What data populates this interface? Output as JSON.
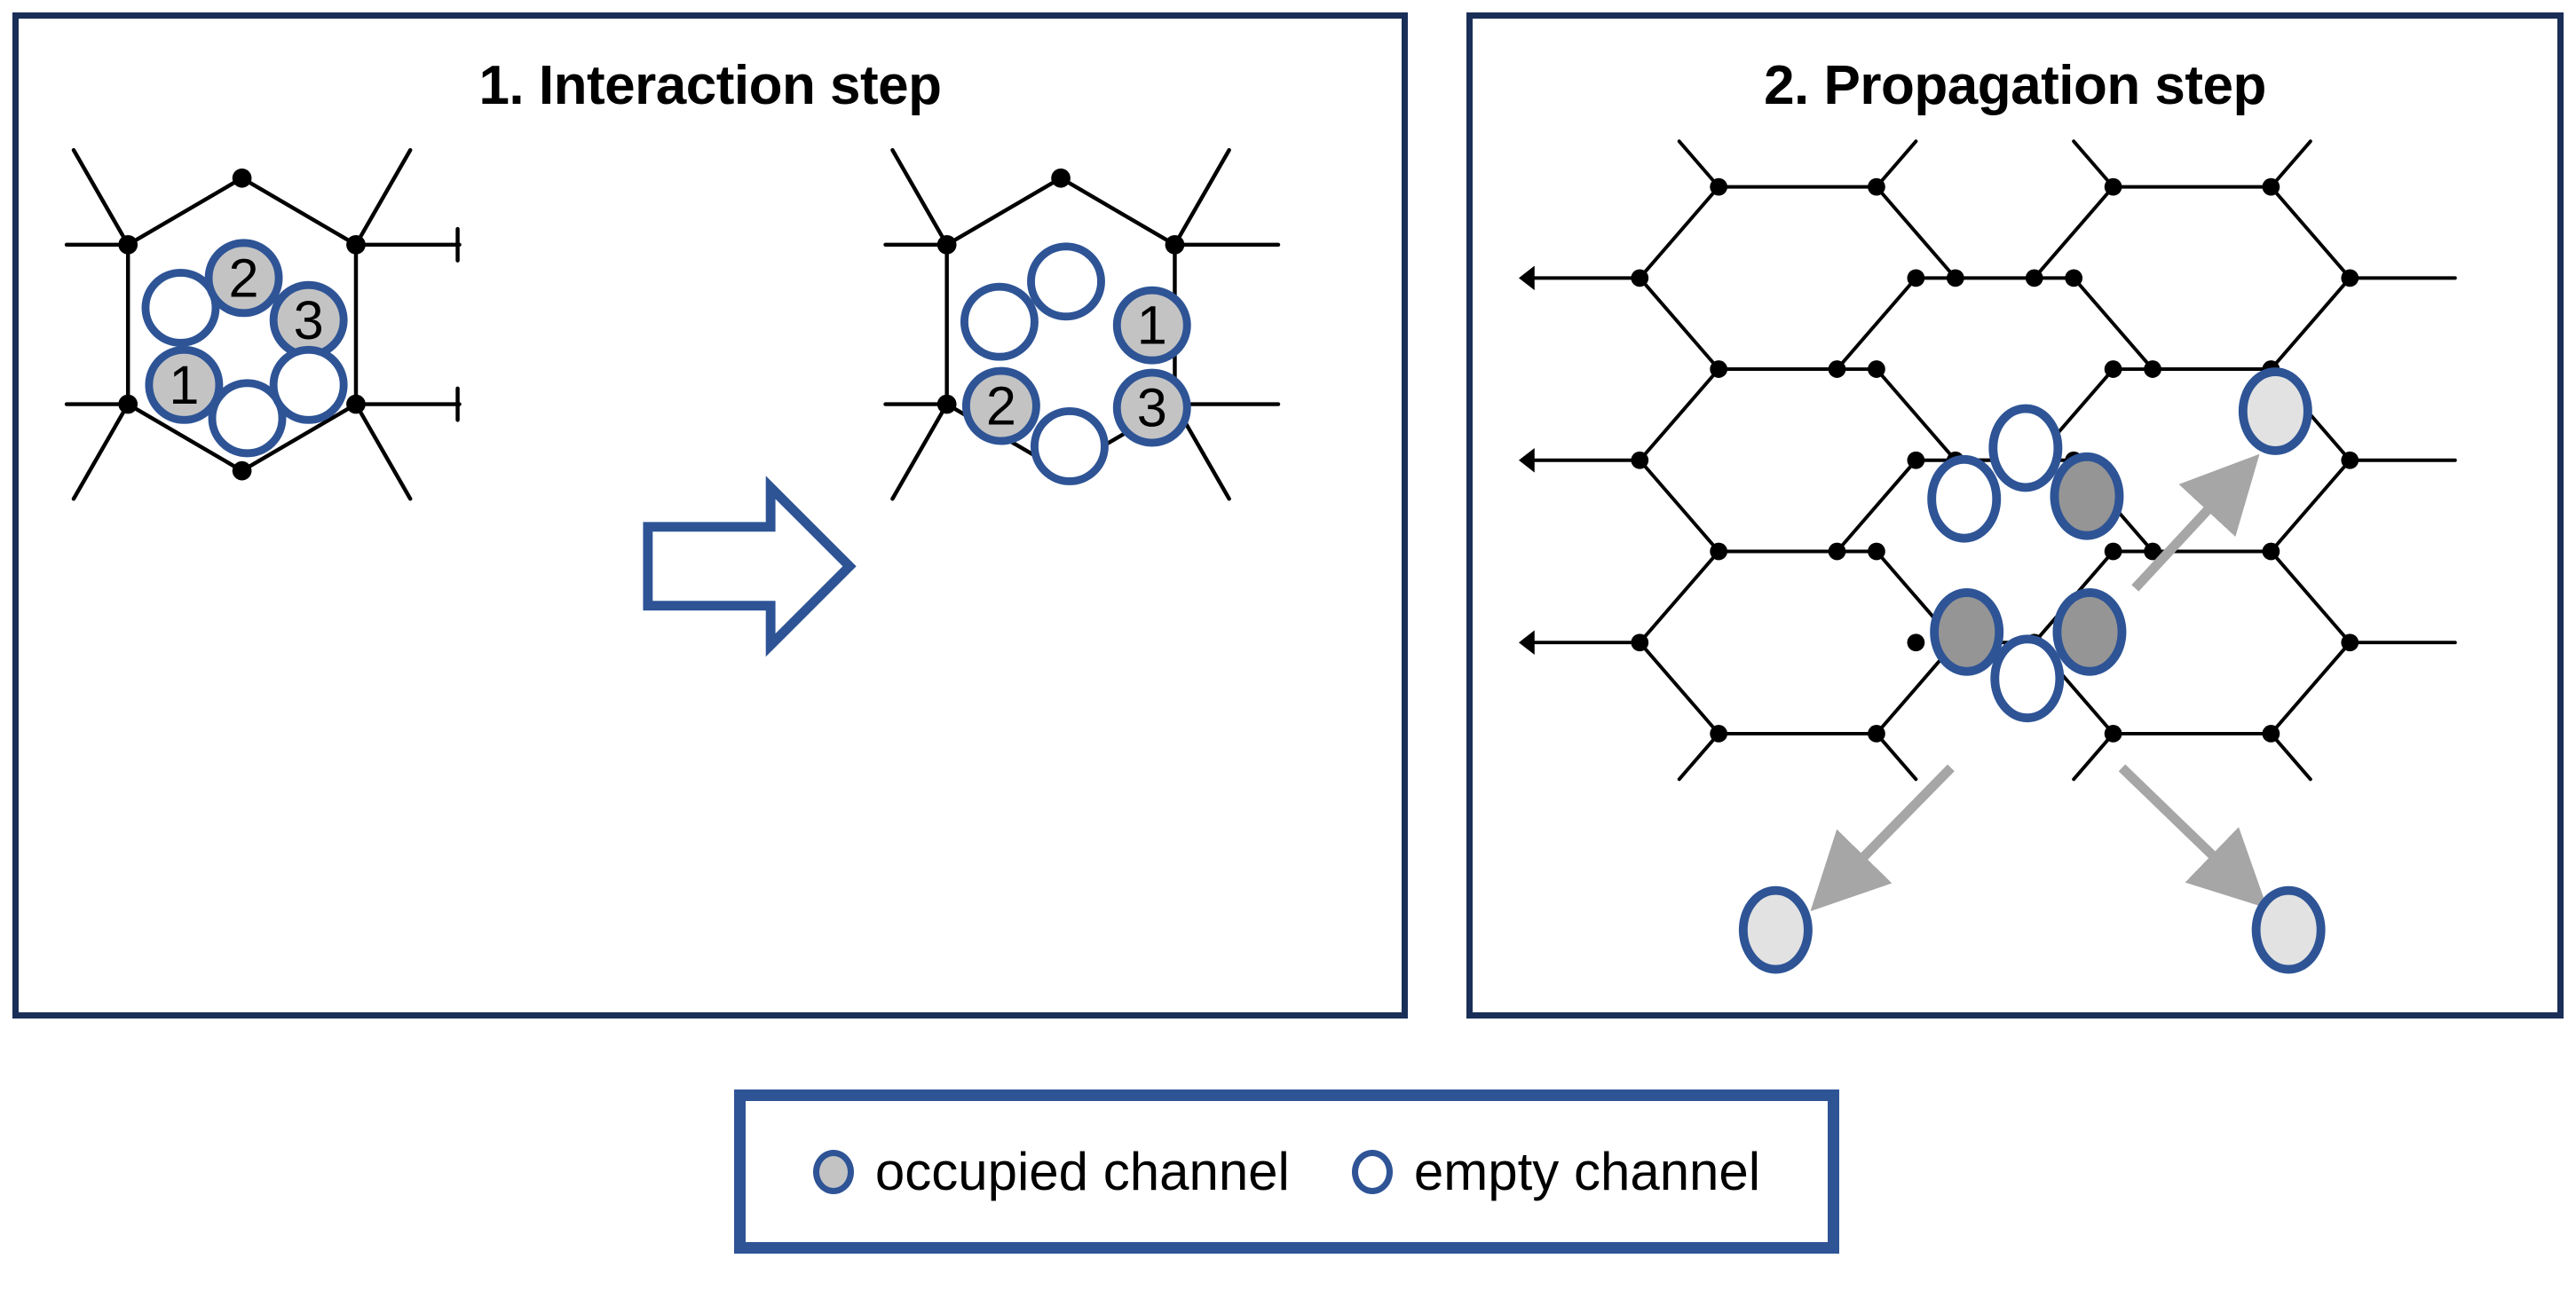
{
  "panels": [
    {
      "id": "interaction",
      "title": "1. Interaction step",
      "before": {
        "channels": [
          {
            "position": "top",
            "state": "empty",
            "label": ""
          },
          {
            "position": "upper-left",
            "state": "empty",
            "label": ""
          },
          {
            "position": "upper-right",
            "state": "occupied",
            "label": "3"
          },
          {
            "position": "lower-left",
            "state": "occupied",
            "label": "1"
          },
          {
            "position": "lower-right",
            "state": "empty",
            "label": ""
          },
          {
            "position": "bottom",
            "state": "empty",
            "label": ""
          },
          {
            "position": "top-center",
            "state": "occupied",
            "label": "2"
          }
        ]
      },
      "after": {
        "channels": [
          {
            "position": "top",
            "state": "empty",
            "label": ""
          },
          {
            "position": "upper-left",
            "state": "empty",
            "label": ""
          },
          {
            "position": "upper-right",
            "state": "occupied",
            "label": "1"
          },
          {
            "position": "lower-left",
            "state": "occupied",
            "label": "2"
          },
          {
            "position": "lower-right",
            "state": "occupied",
            "label": "3"
          },
          {
            "position": "bottom",
            "state": "empty",
            "label": ""
          }
        ]
      },
      "transition_arrow": "block-arrow-right"
    },
    {
      "id": "propagation",
      "title": "2. Propagation step",
      "center_cell_channels": [
        {
          "position": "top",
          "state": "empty"
        },
        {
          "position": "upper-left",
          "state": "empty"
        },
        {
          "position": "upper-right",
          "state": "occupied"
        },
        {
          "position": "lower-left",
          "state": "occupied"
        },
        {
          "position": "bottom",
          "state": "empty"
        },
        {
          "position": "lower-right",
          "state": "occupied"
        }
      ],
      "moved_channels": [
        {
          "target": "upper-right-neighbor",
          "state": "moved"
        },
        {
          "target": "lower-left-neighbor",
          "state": "moved"
        },
        {
          "target": "lower-right-neighbor",
          "state": "moved"
        }
      ],
      "arrows": 3
    }
  ],
  "legend": {
    "items": [
      {
        "swatch": "occupied",
        "label": "occupied channel"
      },
      {
        "swatch": "empty",
        "label": "empty channel"
      }
    ]
  },
  "colors": {
    "panel_border": "#1a2f58",
    "accent_blue": "#2e5496",
    "occupied_fill": "#c3c3c3",
    "moved_fill": "#e0e0e0",
    "arrow_gray": "#a6a6a6",
    "lattice": "#000000"
  }
}
